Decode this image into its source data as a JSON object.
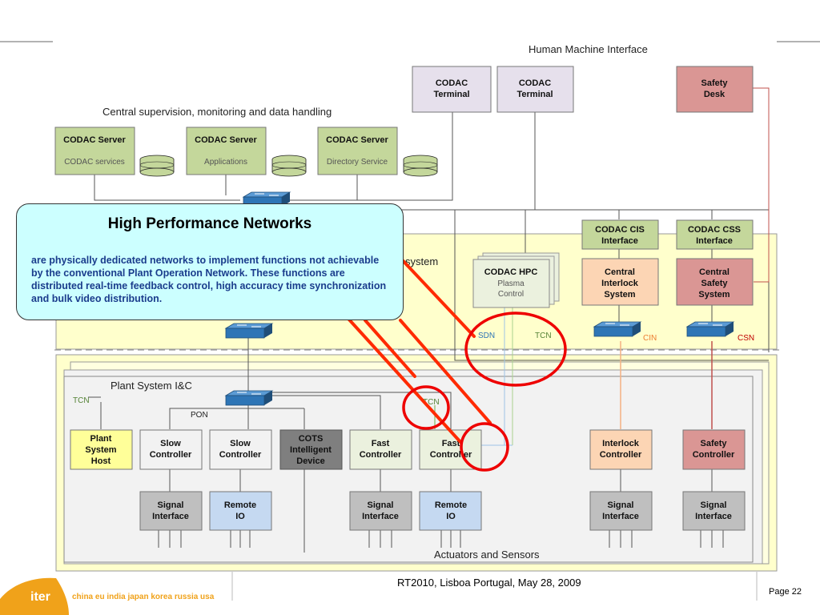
{
  "regions": {
    "hmi": "Human Machine Interface",
    "central": "Central supervision, monitoring and data handling",
    "plant_partial": "system",
    "plant_ic": "Plant System I&C",
    "actuators": "Actuators and Sensors"
  },
  "servers": [
    {
      "title": "CODAC Server",
      "sub": "CODAC services"
    },
    {
      "title": "CODAC Server",
      "sub": "Applications"
    },
    {
      "title": "CODAC Server",
      "sub": "Directory Service"
    }
  ],
  "terminals": [
    {
      "line1": "CODAC",
      "line2": "Terminal"
    },
    {
      "line1": "CODAC",
      "line2": "Terminal"
    }
  ],
  "safety_desk": {
    "line1": "Safety",
    "line2": "Desk"
  },
  "cis": {
    "line1": "CODAC CIS",
    "line2": "Interface"
  },
  "css": {
    "line1": "CODAC CSS",
    "line2": "Interface"
  },
  "interlock_system": {
    "line1": "Central",
    "line2": "Interlock",
    "line3": "System"
  },
  "safety_system": {
    "line1": "Central",
    "line2": "Safety",
    "line3": "System"
  },
  "hpc": {
    "line1": "CODAC HPC",
    "line2": "Plasma",
    "line3": "Control"
  },
  "network_tags": {
    "sdn": "SDN",
    "tcn": "TCN",
    "cin": "CIN",
    "csn": "CSN",
    "tcn_left": "TCN",
    "tcn_fast": "TCN",
    "pon": "PON"
  },
  "controllers": [
    {
      "l1": "Plant",
      "l2": "System",
      "l3": "Host"
    },
    {
      "l1": "Slow",
      "l2": "Controller"
    },
    {
      "l1": "Slow",
      "l2": "Controller"
    },
    {
      "l1": "COTS",
      "l2": "Intelligent",
      "l3": "Device"
    },
    {
      "l1": "Fast",
      "l2": "Controller"
    },
    {
      "l1": "Fast",
      "l2": "Controller"
    },
    {
      "l1": "Interlock",
      "l2": "Controller"
    },
    {
      "l1": "Safety",
      "l2": "Controller"
    }
  ],
  "io": [
    {
      "l1": "Signal",
      "l2": "Interface"
    },
    {
      "l1": "Remote",
      "l2": "IO"
    },
    {
      "l1": "Signal",
      "l2": "Interface"
    },
    {
      "l1": "Remote",
      "l2": "IO"
    },
    {
      "l1": "Signal",
      "l2": "Interface"
    },
    {
      "l1": "Signal",
      "l2": "Interface"
    }
  ],
  "callout": {
    "title": "High Performance Networks",
    "body": "are physically dedicated networks to implement functions not achievable by the conventional Plant Operation Network. These functions are distributed real-time feedback control, high accuracy time synchronization and bulk video distribution."
  },
  "footer": {
    "conference": "RT2010, Lisboa Portugal, May 28, 2009",
    "page": "Page 22",
    "logo_text": "iter",
    "countries": "china eu india japan korea russia usa"
  },
  "colors": {
    "server_green": "#c4d79b",
    "terminal_lilac": "#e6e0ec",
    "safety_red": "#da9694",
    "interlock_orange": "#fcd5b4",
    "plant_yellow": "#ffff99",
    "io_gray": "#bfbfbf",
    "remote_blue": "#c5d9f1",
    "cots_dark": "#7f7f7f",
    "highlight_red": "#ff0000",
    "logo_orange": "#f0a21a"
  }
}
